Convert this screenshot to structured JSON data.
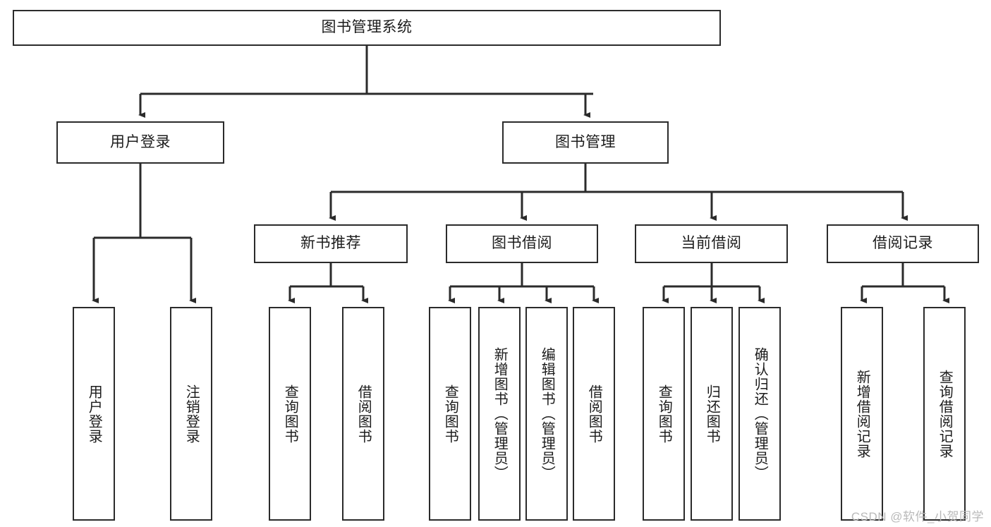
{
  "diagram": {
    "title": "图书管理系统",
    "watermark": "CSDN @软件_小贺同学",
    "style": {
      "box_border": "#2b2b2b",
      "line": "#2b2b2b",
      "background": "#ffffff",
      "text": "#1c1c1c",
      "watermark_color": "#b9b9b9"
    },
    "root": {
      "label": "图书管理系统"
    },
    "level2": [
      {
        "label": "用户登录"
      },
      {
        "label": "图书管理"
      }
    ],
    "level3": [
      {
        "label": "新书推荐"
      },
      {
        "label": "图书借阅"
      },
      {
        "label": "当前借阅"
      },
      {
        "label": "借阅记录"
      }
    ],
    "leaves": {
      "user_login": [
        {
          "label": "用户登录"
        },
        {
          "label": "注销登录"
        }
      ],
      "new_book": [
        {
          "label": "查询图书"
        },
        {
          "label": "借阅图书"
        }
      ],
      "book_borrow": [
        {
          "label": "查询图书"
        },
        {
          "label": "新增图书（管理员）"
        },
        {
          "label": "编辑图书（管理员）"
        },
        {
          "label": "借阅图书"
        }
      ],
      "current_borrow": [
        {
          "label": "查询图书"
        },
        {
          "label": "归还图书"
        },
        {
          "label": "确认归还（管理员）"
        }
      ],
      "borrow_record": [
        {
          "label": "新增借阅记录"
        },
        {
          "label": "查询借阅记录"
        }
      ]
    }
  }
}
